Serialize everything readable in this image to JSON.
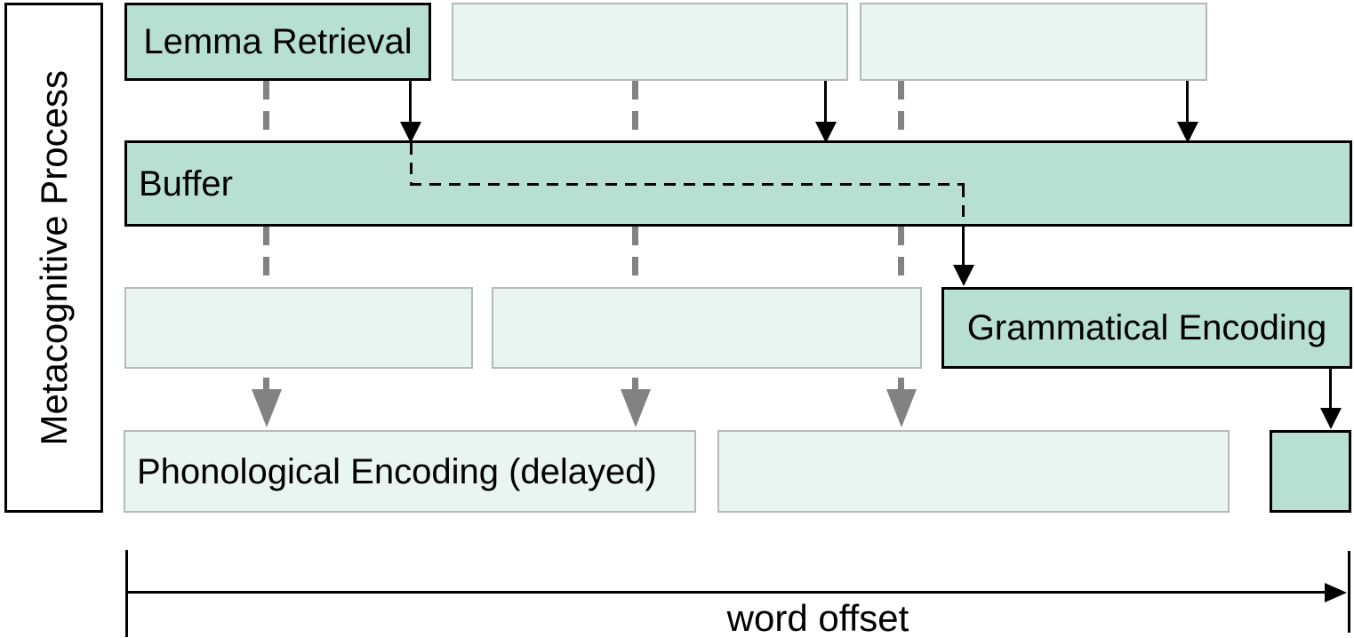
{
  "diagram": {
    "meta_process_label": "Metacognitive Process",
    "axis_label": "word offset",
    "boxes": {
      "lemma_retrieval": "Lemma Retrieval",
      "buffer": "Buffer",
      "grammatical_encoding": "Grammatical Encoding",
      "phonological_encoding": "Phonological Encoding (delayed)"
    },
    "colors": {
      "active_fill": "#b8e0d2",
      "active_border": "#000000",
      "inactive_fill": "#e9f5f1",
      "inactive_border": "#b5bab8",
      "dashed_arrow": "#828282"
    }
  }
}
